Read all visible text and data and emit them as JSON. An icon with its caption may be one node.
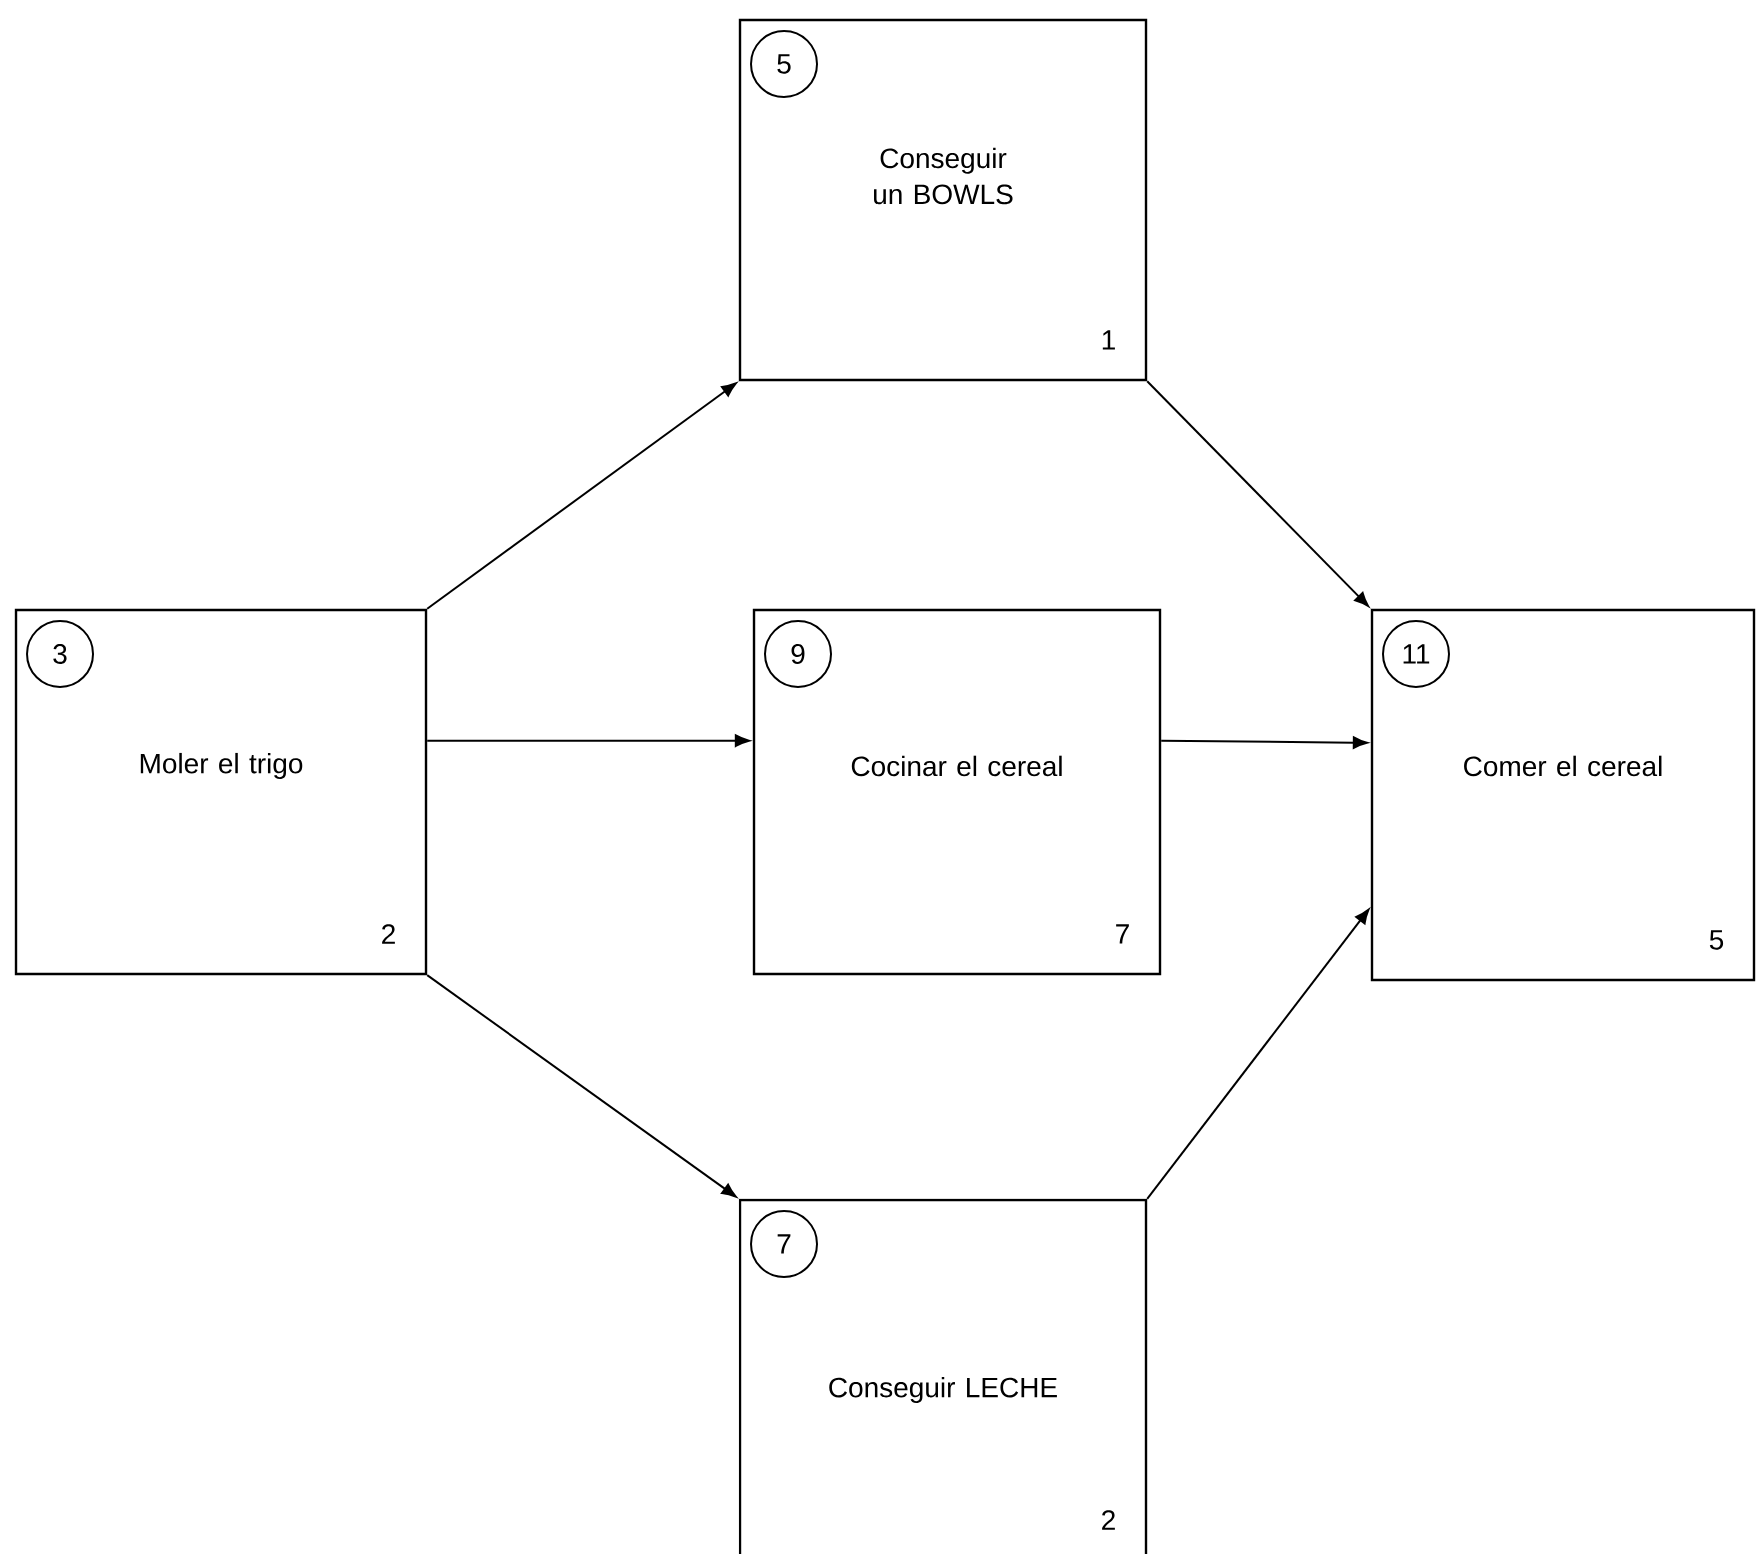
{
  "diagram": {
    "nodes": [
      {
        "text": [
          "Moler el trigo",
          "2"
        ]
      },
      {
        "text": [
          "3"
        ],
        "in": 0
      },
      {
        "text": [
          "Conseguir un BOWLS",
          "1"
        ]
      },
      {
        "text": [
          "5"
        ],
        "in": 2
      },
      {
        "text": [
          "Cocinar el cereal",
          "7"
        ]
      },
      {
        "text": [
          "9"
        ],
        "in": 4
      },
      {
        "text": [
          "Conseguir LECHE",
          "2"
        ]
      },
      {
        "text": [
          "7"
        ],
        "in": 6
      },
      {
        "text": [
          "Comer el cereal",
          "5"
        ]
      },
      {
        "text": [
          "11"
        ],
        "in": 8
      }
    ],
    "edges": [
      {
        "from": 0,
        "to": 2,
        "arrow": "to"
      },
      {
        "from": 0,
        "to": 4,
        "arrow": "to"
      },
      {
        "from": 0,
        "to": 6,
        "arrow": "to"
      },
      {
        "from": 2,
        "to": 8,
        "arrow": "to"
      },
      {
        "from": 4,
        "to": 8,
        "arrow": "to"
      },
      {
        "from": 6,
        "to": 8,
        "arrow": "to"
      }
    ]
  }
}
